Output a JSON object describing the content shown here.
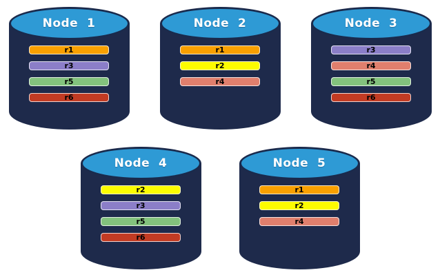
{
  "background": "#FFFFFF",
  "cylinder": {
    "body_color": "#1E2A4B",
    "top_color": "#2E9AD5",
    "outline_color": "#1A2A4C",
    "title_color": "#FFFFFF",
    "bar_text_color": "#000000"
  },
  "resource_colors": {
    "r1": "#F9A000",
    "r2": "#FCFC00",
    "r3": "#8B7EC8",
    "r4": "#E07F6D",
    "r5": "#83C27D",
    "r6": "#C23B23"
  },
  "nodes": [
    {
      "name": "Node  1",
      "bars": [
        "r1",
        "r3",
        "r5",
        "r6"
      ]
    },
    {
      "name": "Node  2",
      "bars": [
        "r1",
        "r2",
        "r4"
      ]
    },
    {
      "name": "Node  3",
      "bars": [
        "r3",
        "r4",
        "r5",
        "r6"
      ]
    },
    {
      "name": "Node  4",
      "bars": [
        "r2",
        "r3",
        "r5",
        "r6"
      ]
    },
    {
      "name": "Node  5",
      "bars": [
        "r1",
        "r2",
        "r4"
      ]
    }
  ]
}
